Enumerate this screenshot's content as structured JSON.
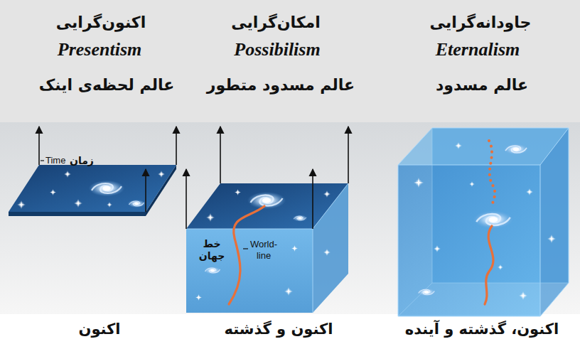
{
  "diagram": {
    "labels": [
      "جاودانه‌گرایی",
      "Eternalism",
      "عالم مسدود",
      "امکان‌گرایی",
      "Possibilism",
      "عالم مسدود متطور",
      "اکنون‌گرایی",
      "Presentism",
      "عالم لحظه‌ی اینک",
      "Time",
      "زمان",
      "خط جهان",
      "World-line",
      "اکنون، گذشته و آینده",
      "اکنون و گذشته",
      "اکنون"
    ]
  }
}
